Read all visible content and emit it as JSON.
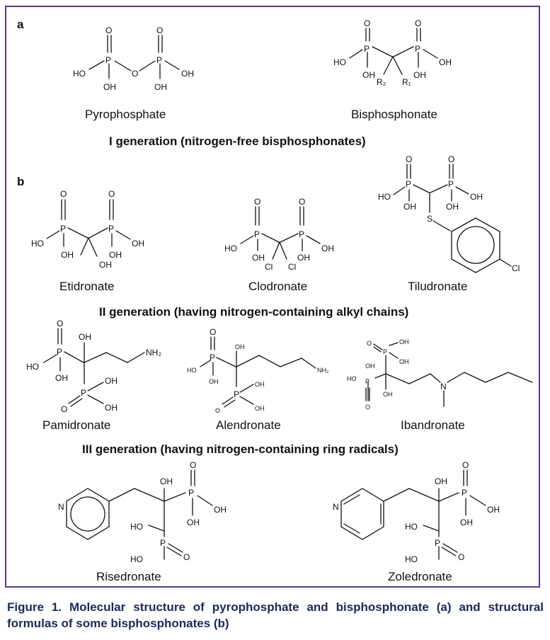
{
  "panels": {
    "a": "a",
    "b": "b"
  },
  "compounds": {
    "pyrophosphate": "Pyrophosphate",
    "bisphosphonate": "Bisphosphonate",
    "etidronate": "Etidronate",
    "clodronate": "Clodronate",
    "tiludronate": "Tiludronate",
    "pamidronate": "Pamidronate",
    "alendronate": "Alendronate",
    "ibandronate": "Ibandronate",
    "risedronate": "Risedronate",
    "zoledronate": "Zoledronate"
  },
  "headings": {
    "gen1": "I generation (nitrogen-free bisphosphonates)",
    "gen2": "II generation (having nitrogen-containing alkyl chains)",
    "gen3": "III generation (having nitrogen-containing ring radicals)"
  },
  "atoms": {
    "O": "O",
    "P": "P",
    "OH": "OH",
    "HO": "HO",
    "Cl": "Cl",
    "S": "S",
    "N": "N",
    "NH2": "NH₂",
    "R1": "R₁",
    "R2": "R₂"
  },
  "caption": "Figure 1. Molecular structure of pyrophosphate and bisphosphonate (a) and structural formulas of some bisphosphonates (b)",
  "colors": {
    "frame": "#5b3a84",
    "caption": "#1a2a5a"
  }
}
